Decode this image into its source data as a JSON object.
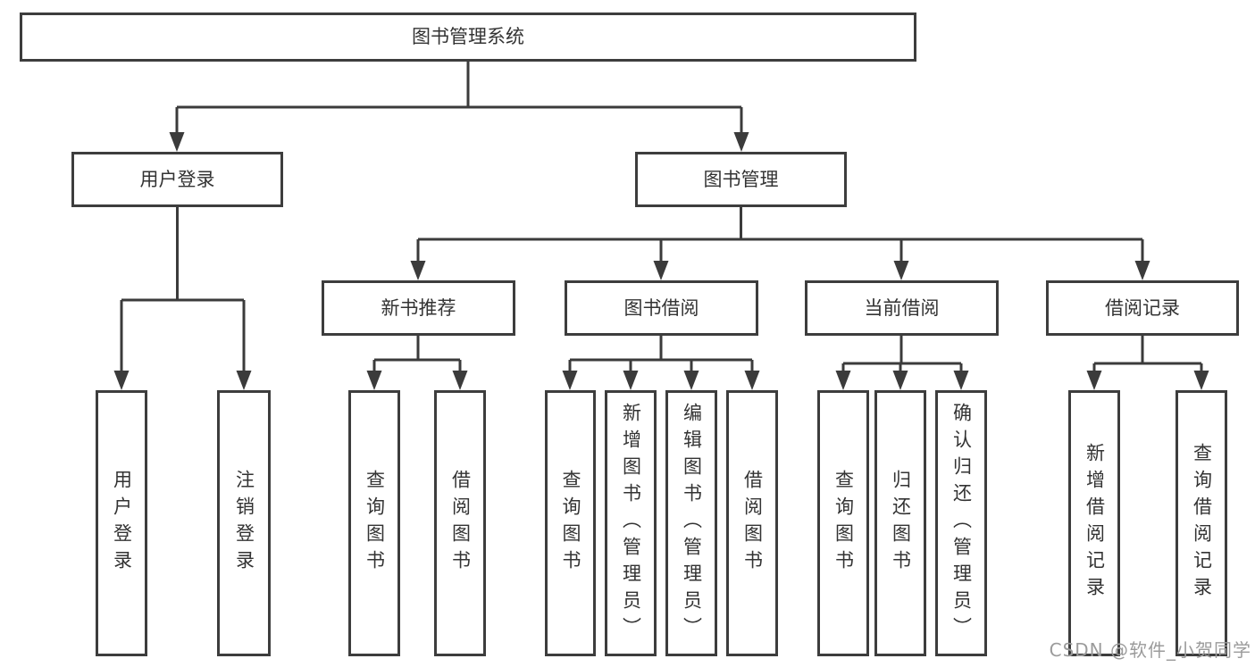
{
  "diagram": {
    "title": "图书管理系统",
    "type": "hierarchy-tree",
    "colors": {
      "line": "#3b3b3b",
      "box_border": "#3d3d3d",
      "box_fill": "#ffffff",
      "text": "#333333",
      "watermark": "#9b9b9b"
    },
    "nodes": {
      "root": {
        "label": "图书管理系统"
      },
      "user_login": {
        "label": "用户登录"
      },
      "book_mgmt": {
        "label": "图书管理"
      },
      "new_book": {
        "label": "新书推荐"
      },
      "book_borrow": {
        "label": "图书借阅"
      },
      "current_borrow": {
        "label": "当前借阅"
      },
      "borrow_records": {
        "label": "借阅记录"
      },
      "ul_login": {
        "label": "用户登录"
      },
      "ul_logout": {
        "label": "注销登录"
      },
      "nb_query": {
        "label": "查询图书"
      },
      "nb_borrow": {
        "label": "借阅图书"
      },
      "bb_query": {
        "label": "查询图书"
      },
      "bb_add": {
        "label": "新增图书（管理员）"
      },
      "bb_edit": {
        "label": "编辑图书（管理员）"
      },
      "bb_borrow": {
        "label": "借阅图书"
      },
      "cb_query": {
        "label": "查询图书"
      },
      "cb_return": {
        "label": "归还图书"
      },
      "cb_confirm": {
        "label": "确认归还（管理员）"
      },
      "rec_add": {
        "label": "新增借阅记录"
      },
      "rec_query": {
        "label": "查询借阅记录"
      }
    },
    "tree": {
      "root": [
        "user_login",
        "book_mgmt"
      ],
      "user_login": [
        "ul_login",
        "ul_logout"
      ],
      "book_mgmt": [
        "new_book",
        "book_borrow",
        "current_borrow",
        "borrow_records"
      ],
      "new_book": [
        "nb_query",
        "nb_borrow"
      ],
      "book_borrow": [
        "bb_query",
        "bb_add",
        "bb_edit",
        "bb_borrow"
      ],
      "current_borrow": [
        "cb_query",
        "cb_return",
        "cb_confirm"
      ],
      "borrow_records": [
        "rec_add",
        "rec_query"
      ]
    },
    "watermark": "CSDN @软件_小贺同学"
  }
}
